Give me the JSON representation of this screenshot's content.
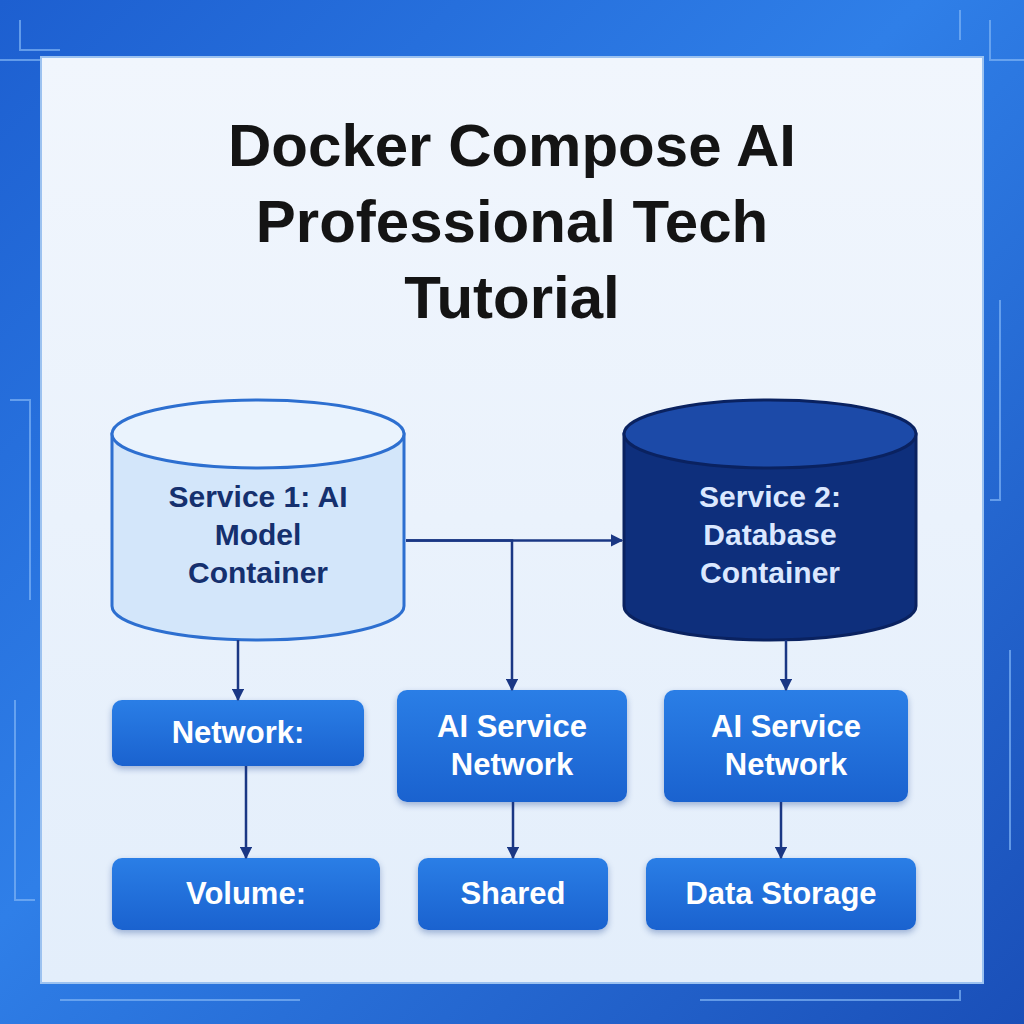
{
  "diagram": {
    "title": "Docker Compose AI Professional Tech Tutorial",
    "nodes": [
      {
        "text": [
          "Service 1: AI Model Container"
        ]
      },
      {
        "text": [
          "Service 2: Database Container"
        ]
      },
      {
        "text": [
          "Network:"
        ]
      },
      {
        "text": [
          "AI Service Network"
        ]
      },
      {
        "text": [
          "AI Service Network"
        ]
      },
      {
        "text": [
          "Volume:"
        ]
      },
      {
        "text": [
          "Shared"
        ]
      },
      {
        "text": [
          "Data Storage"
        ]
      }
    ],
    "edges": [
      {
        "from": 0,
        "to": 1,
        "arrow": "to"
      },
      {
        "from": 0,
        "to": 3,
        "arrow": "to"
      },
      {
        "from": 0,
        "to": 2,
        "arrow": "to"
      },
      {
        "from": 2,
        "to": 5,
        "arrow": "to"
      },
      {
        "from": 3,
        "to": 6,
        "arrow": "to"
      },
      {
        "from": 1,
        "to": 4,
        "arrow": "to"
      },
      {
        "from": 4,
        "to": 7,
        "arrow": "to"
      }
    ]
  }
}
